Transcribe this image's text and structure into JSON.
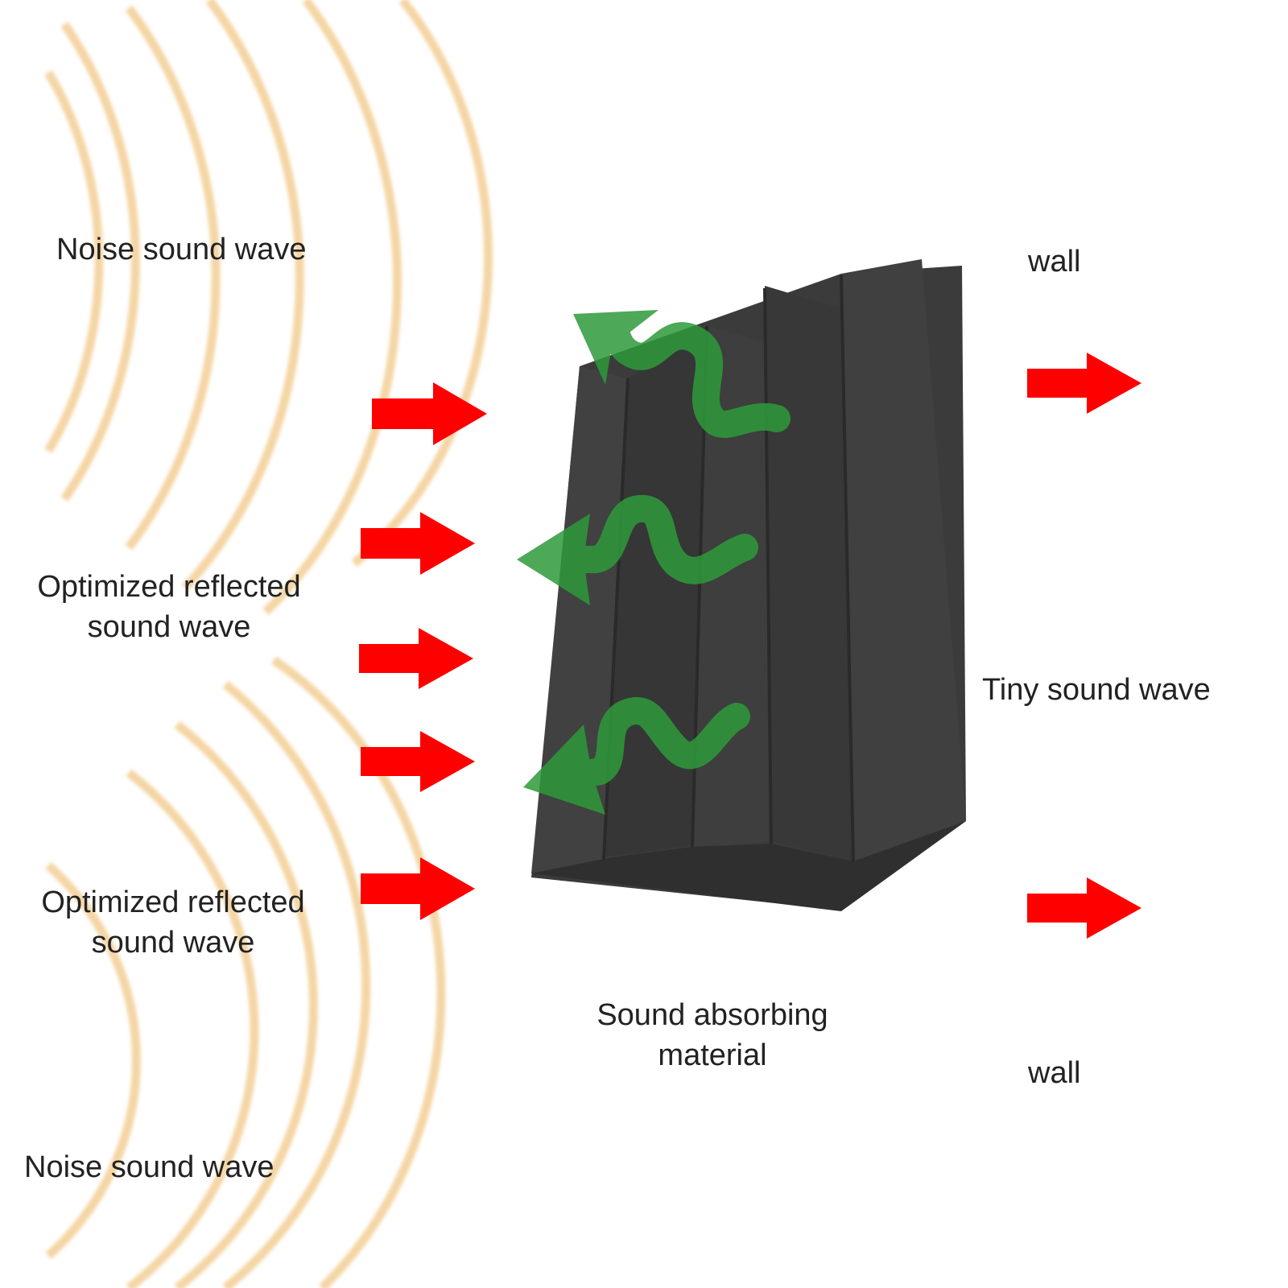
{
  "labels": {
    "noise_top": "Noise sound wave",
    "reflected_upper_line1": "Optimized reflected",
    "reflected_upper_line2": "sound wave",
    "reflected_lower_line1": "Optimized reflected",
    "reflected_lower_line2": "sound wave",
    "noise_bottom": "Noise sound wave",
    "material_line1": "Sound absorbing",
    "material_line2": "material",
    "wall_top": "wall",
    "tiny_wave": "Tiny sound wave",
    "wall_bottom": "wall"
  },
  "colors": {
    "incoming_arrow": "#ff0000",
    "reflected_arrow": "#2e9a3a",
    "sound_wave_rings": "#f0c98c",
    "foam": "#3a3a3a",
    "text": "#222222"
  },
  "icons": {
    "incoming": "right-arrow-icon",
    "reflected": "wavy-arrow-icon",
    "material": "acoustic-foam-panel"
  }
}
